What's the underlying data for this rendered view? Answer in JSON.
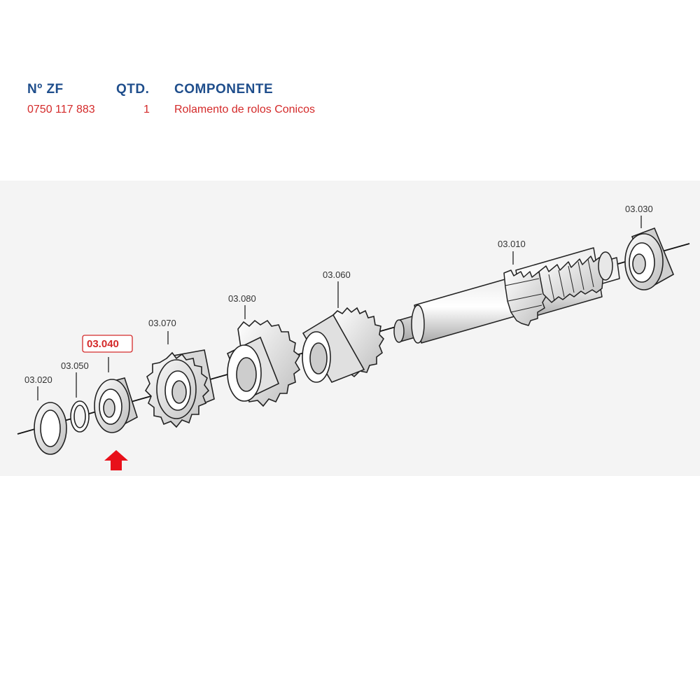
{
  "colors": {
    "header": "#1f4e8c",
    "value": "#d42a2a",
    "highlight": "#d42a2a",
    "arrow": "#e8101a",
    "line": "#111111",
    "panel": "#f4f4f4"
  },
  "table": {
    "headers": {
      "part_no": "Nº ZF",
      "qty": "QTD.",
      "component": "COMPONENTE"
    },
    "row": {
      "part_no": "0750 117 883",
      "qty": "1",
      "component": "Rolamento de rolos Conicos"
    }
  },
  "diagram": {
    "highlighted_part": "03.040",
    "parts": [
      "03.020",
      "03.050",
      "03.070",
      "03.080",
      "03.060",
      "03.010",
      "03.030"
    ],
    "arrow_icon": "arrow-up-icon"
  }
}
